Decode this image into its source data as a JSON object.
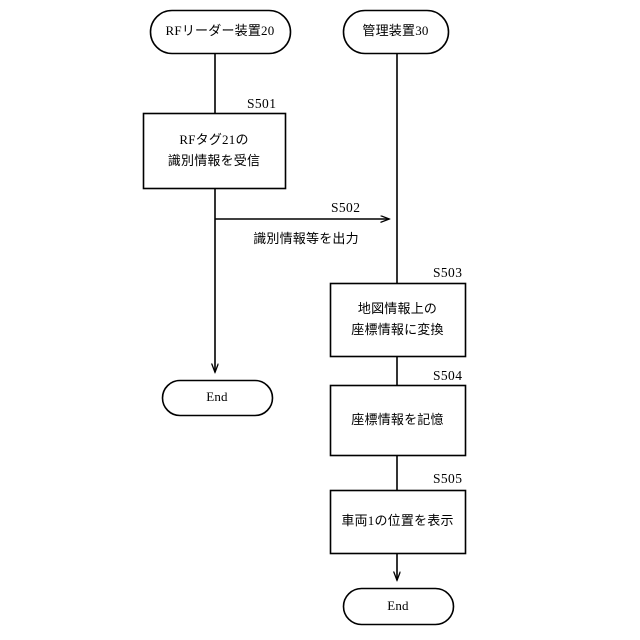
{
  "diagram": {
    "type": "flowchart",
    "title_visible": false,
    "background_color": "#ffffff",
    "line_color": "#000000",
    "lanes": [
      {
        "id": "left",
        "start_label": "RFリーダー装置20"
      },
      {
        "id": "right",
        "start_label": "管理装置30"
      }
    ],
    "nodes": {
      "start_left": {
        "label": "RFリーダー装置20",
        "shape": "terminator"
      },
      "start_right": {
        "label": "管理装置30",
        "shape": "terminator"
      },
      "s501": {
        "shape": "process",
        "line1": "RFタグ21の",
        "line2": "識別情報を受信"
      },
      "s503": {
        "shape": "process",
        "line1": "地図情報上の",
        "line2": "座標情報に変換"
      },
      "s504": {
        "shape": "process",
        "line1": "座標情報を記憶"
      },
      "s505": {
        "shape": "process",
        "line1": "車両1の位置を表示"
      },
      "end_left": {
        "label": "End",
        "shape": "terminator"
      },
      "end_right": {
        "label": "End",
        "shape": "terminator"
      }
    },
    "step_tags": {
      "s501": "S501",
      "s502": "S502",
      "s503": "S503",
      "s504": "S504",
      "s505": "S505"
    },
    "edges": {
      "s502_label": "識別情報等を出力"
    }
  }
}
